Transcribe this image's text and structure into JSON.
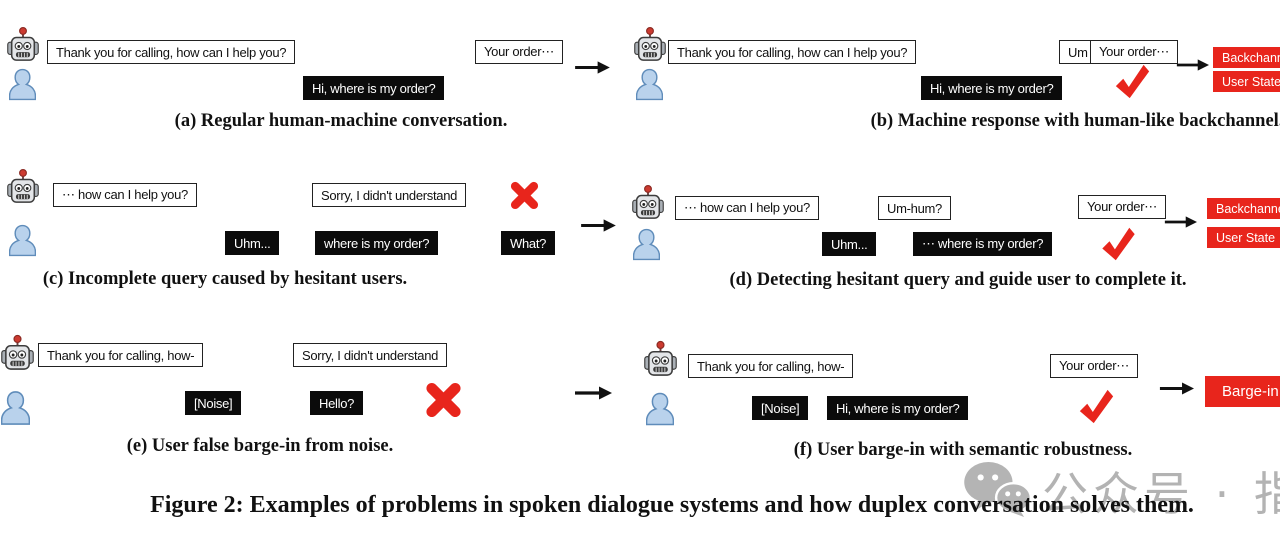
{
  "figure": {
    "caption": "Figure 2: Examples of problems in spoken dialogue systems and how duplex conversation solves them."
  },
  "watermark": {
    "text": "公众号 · 指北"
  },
  "colors": {
    "accent_red": "#e8251c",
    "machine_bubble_bg": "#ffffff",
    "user_bubble_bg": "#0b0b0b",
    "watermark_gray": "#b3b3b3"
  },
  "panels": {
    "a": {
      "caption": "(a) Regular human-machine conversation.",
      "machine": [
        "Thank you for calling, how can I help you?",
        "Your order⋯"
      ],
      "user": [
        "Hi, where is my order?"
      ]
    },
    "b": {
      "caption": "(b) Machine response with human-like backchannel.",
      "machine": [
        "Thank you for calling, how can I help you?",
        "Um",
        "Your order⋯"
      ],
      "user": [
        "Hi, where is my order?"
      ],
      "result": "correct",
      "labels": [
        "Backchannel",
        "User State"
      ]
    },
    "c": {
      "caption": "(c) Incomplete query caused by hesitant users.",
      "machine": [
        "⋯ how can I help you?",
        "Sorry, I didn't understand"
      ],
      "user": [
        "Uhm...",
        "where is my order?",
        "What?"
      ],
      "result": "wrong"
    },
    "d": {
      "caption": "(d) Detecting hesitant query and guide user to complete it.",
      "machine": [
        "⋯ how can I help you?",
        "Um-hum?",
        "Your order⋯"
      ],
      "user": [
        "Uhm...",
        "⋯ where is my order?"
      ],
      "result": "correct",
      "labels": [
        "Backchannel",
        "User State"
      ]
    },
    "e": {
      "caption": "(e) User false barge-in from noise.",
      "machine": [
        "Thank you for calling, how-",
        "Sorry, I didn't understand"
      ],
      "user": [
        "[Noise]",
        "Hello?"
      ],
      "result": "wrong"
    },
    "f": {
      "caption": "(f) User barge-in with semantic robustness.",
      "machine": [
        "Thank you for calling, how-",
        "Your order⋯"
      ],
      "user": [
        "[Noise]",
        "Hi, where is my order?"
      ],
      "result": "correct",
      "labels": [
        "Barge-in"
      ]
    }
  }
}
